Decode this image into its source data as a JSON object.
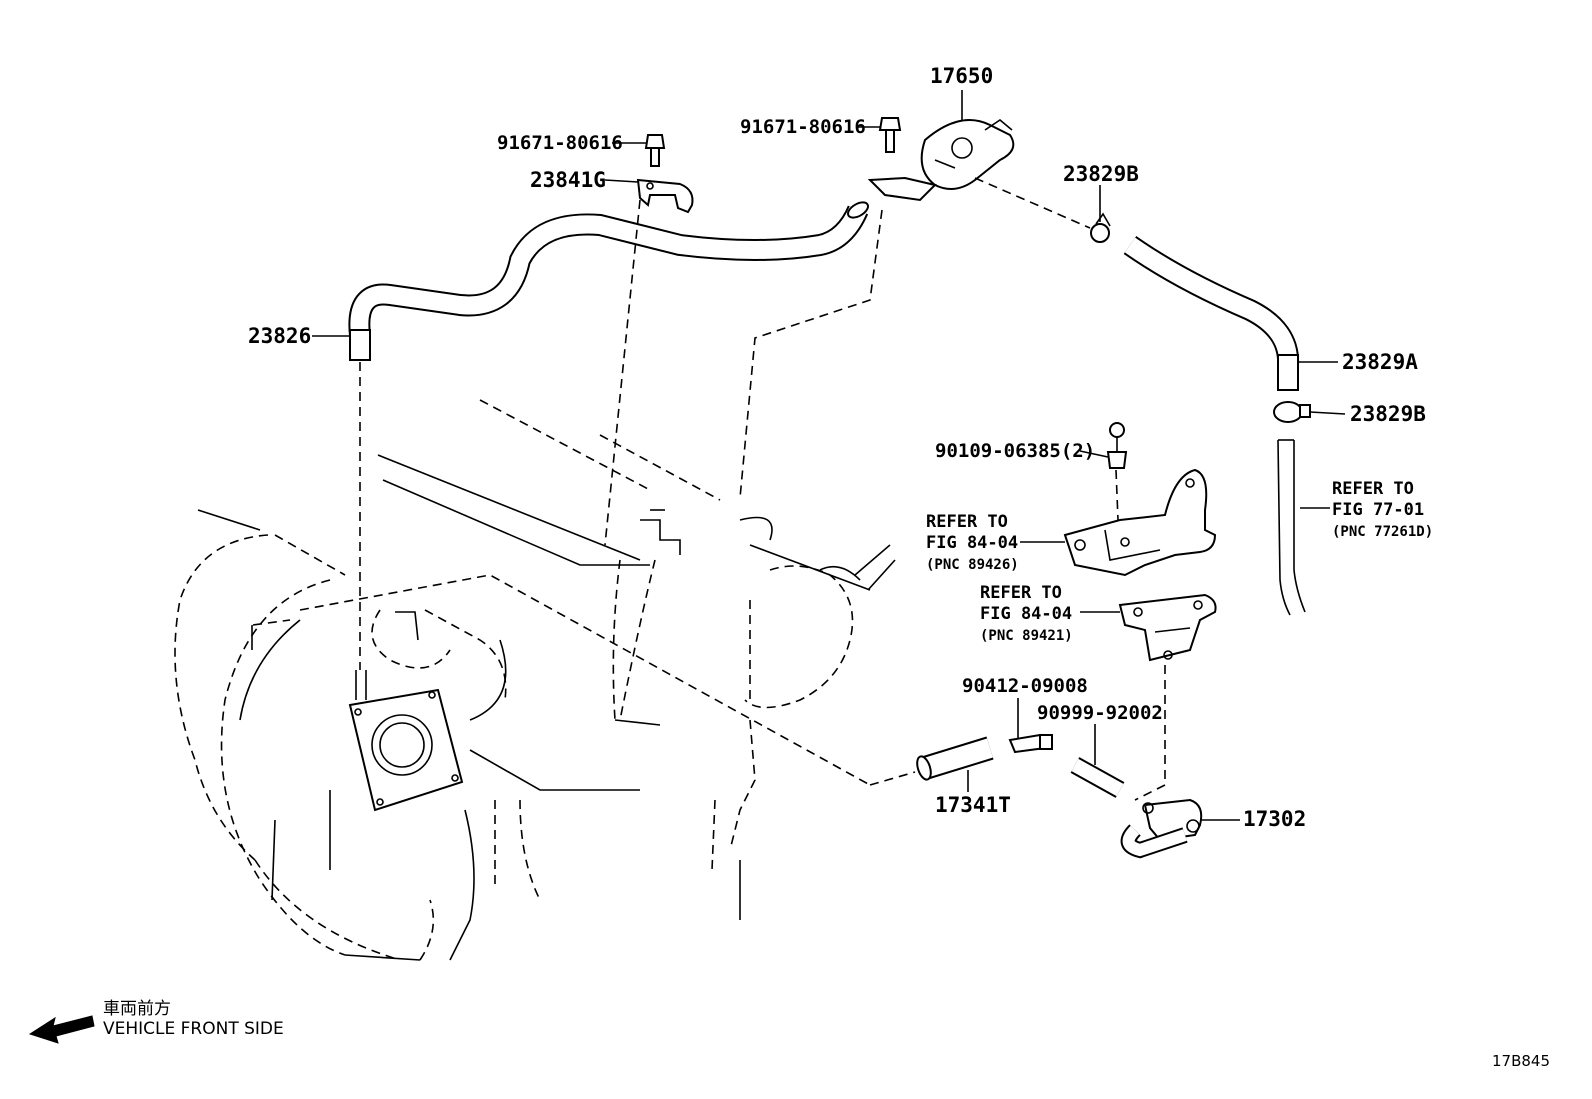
{
  "callouts": {
    "p17650": "17650",
    "p91671_left": "91671-80616",
    "p91671_right": "91671-80616",
    "p23841G": "23841G",
    "p23829B_top": "23829B",
    "p23826": "23826",
    "p23829A": "23829A",
    "p23829B_bottom": "23829B",
    "p90109": "90109-06385(2)",
    "p90412": "90412-09008",
    "p90999": "90999-92002",
    "p17341T": "17341T",
    "p17302": "17302"
  },
  "references": {
    "fig77": {
      "line1": "REFER TO",
      "line2": "FIG 77-01",
      "pnc": "(PNC 77261D)"
    },
    "fig84a": {
      "line1": "REFER TO",
      "line2": "FIG 84-04",
      "pnc": "(PNC 89426)"
    },
    "fig84b": {
      "line1": "REFER TO",
      "line2": "FIG 84-04",
      "pnc": "(PNC 89421)"
    }
  },
  "legend": {
    "japanese": "車両前方",
    "english": "VEHICLE FRONT SIDE",
    "arrow_icon": "arrow-left-icon"
  },
  "figure_code": "17B845",
  "colors": {
    "ink": "#000000",
    "paper": "#ffffff"
  }
}
